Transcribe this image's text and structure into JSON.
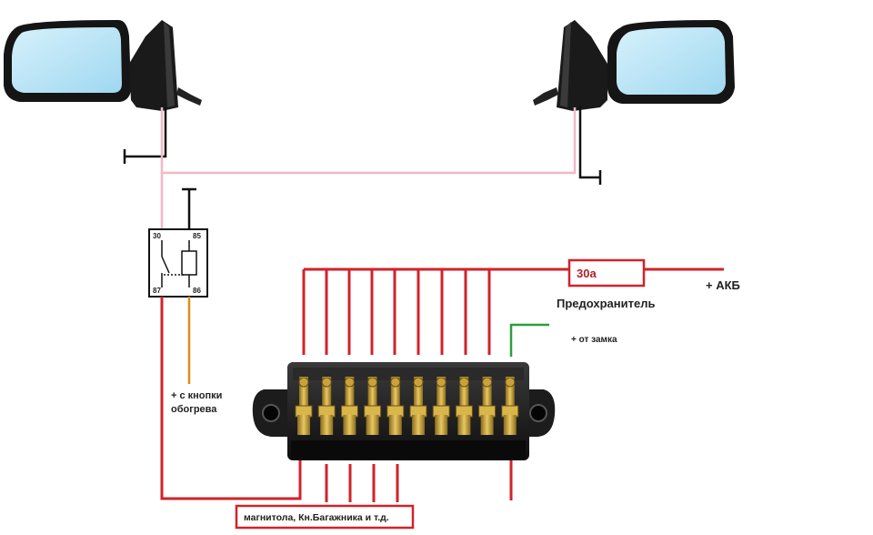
{
  "relay": {
    "pin_30": "30",
    "pin_85": "85",
    "pin_87": "87",
    "pin_86": "86"
  },
  "fuse": {
    "rating": "30а",
    "label": "Предохранитель"
  },
  "labels": {
    "battery": "+ АКБ",
    "ignition": "+ от замка",
    "heater_button_line1": "+ с кнопки",
    "heater_button_line2": "обогрева",
    "consumers": "магнитола, Кн.Багажника и т.д."
  },
  "colors": {
    "power_wire": "#d0232a",
    "mirror_wire": "#f2b8c6",
    "ground_wire": "#111111",
    "ignition_wire": "#2e9e3a",
    "button_wire": "#e08a1e",
    "mirror_glass": "#bfe6f7"
  },
  "icons": {
    "left_mirror": "side-mirror-left-icon",
    "right_mirror": "side-mirror-right-icon",
    "fuse_box": "fuse-block-icon"
  }
}
